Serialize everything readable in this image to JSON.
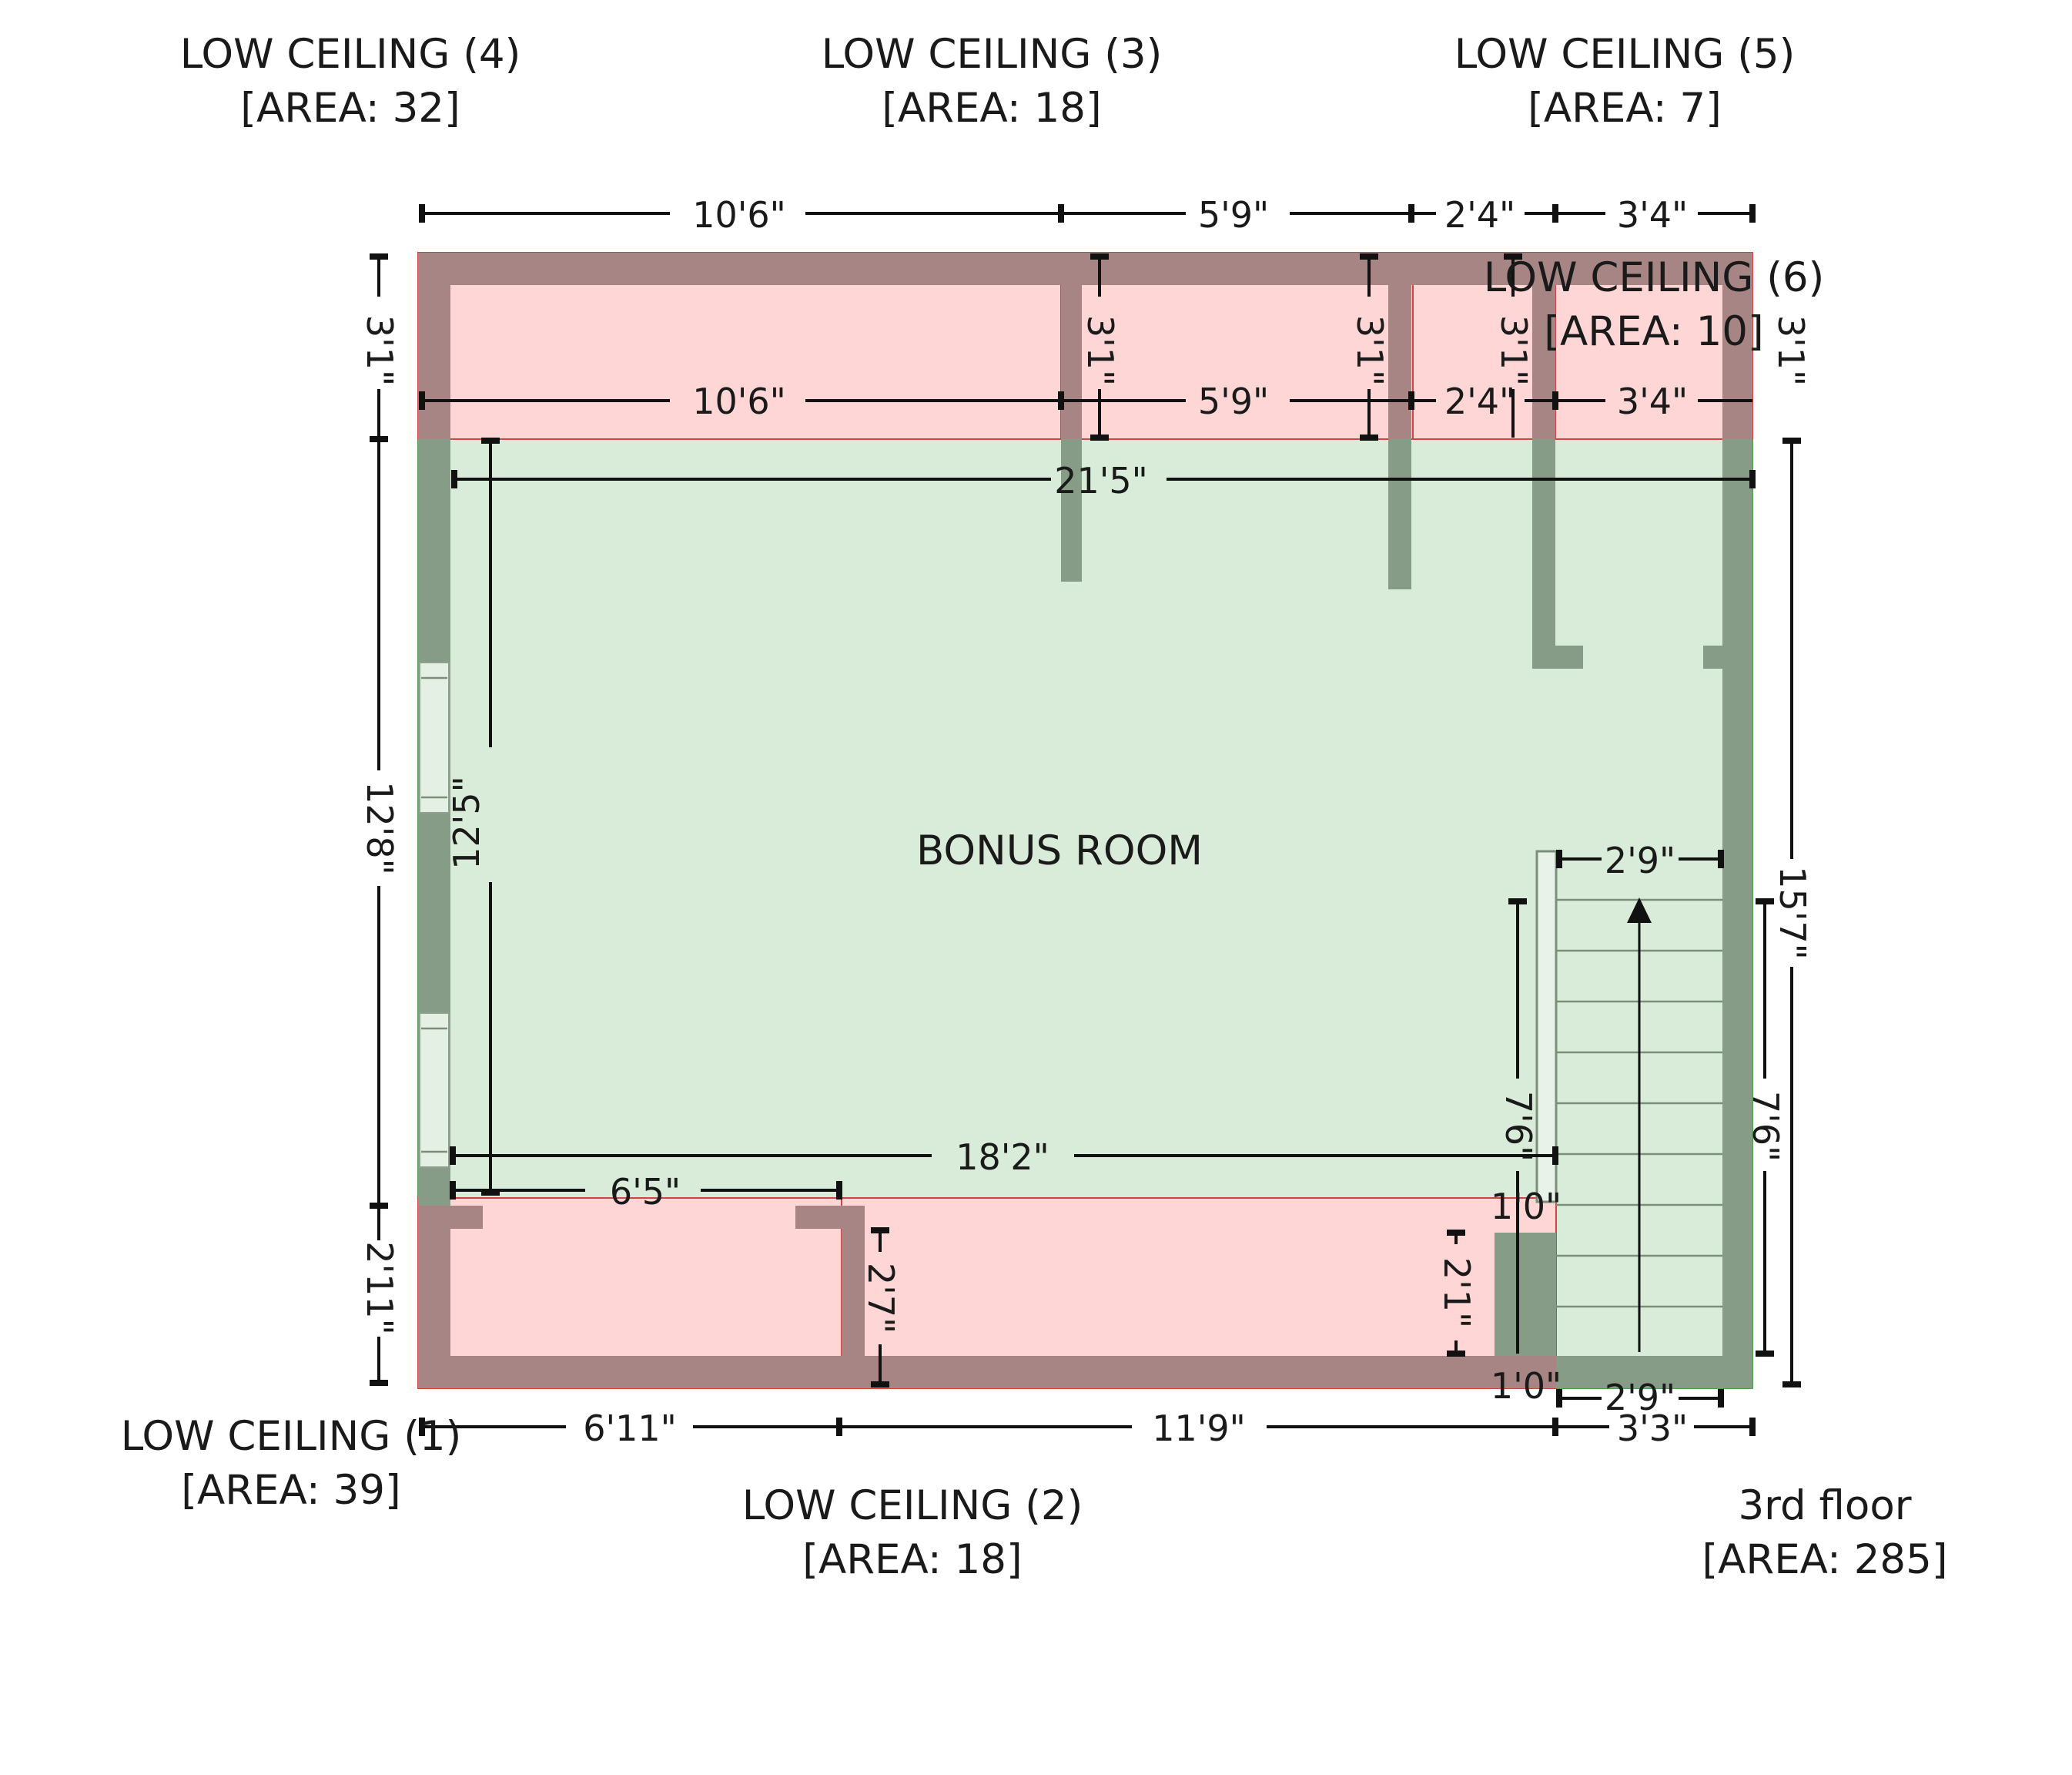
{
  "labels": {
    "lc4": [
      "LOW CEILING (4)",
      "[AREA: 32]"
    ],
    "lc3": [
      "LOW CEILING (3)",
      "[AREA: 18]"
    ],
    "lc5": [
      "LOW CEILING (5)",
      "[AREA: 7]"
    ],
    "lc6": [
      "LOW CEILING (6)",
      "[AREA: 10]"
    ],
    "lc1": [
      "LOW CEILING (1)",
      "[AREA: 39]"
    ],
    "lc2": [
      "LOW CEILING (2)",
      "[AREA: 18]"
    ],
    "floor": [
      "3rd floor",
      "[AREA: 285]"
    ],
    "room": "BONUS ROOM"
  },
  "dimensions": {
    "top_outer": [
      "10'6\"",
      "5'9\"",
      "2'4\"",
      "3'4\""
    ],
    "top_inner": [
      "10'6\"",
      "5'9\"",
      "2'4\"",
      "3'4\""
    ],
    "top_heights": [
      "3'1\"",
      "3'1\"",
      "3'1\"",
      "3'1\"",
      "3'1\""
    ],
    "room_width": "21'5\"",
    "room_inner_height": "12'5\"",
    "left_outer": [
      "3'1\"",
      "12'8\"",
      "2'11\""
    ],
    "right_outer": "15'7\"",
    "stair_width_top": "2'9\"",
    "stair_length_left": "7'6\"",
    "stair_length_right": "7'6\"",
    "landing_top": "1'0\"",
    "landing_bottom": "1'0\"",
    "stair_width_bottom": "2'9\"",
    "inner_width": "18'2\"",
    "closet_width": "6'5\"",
    "lc2_height": "2'7\"",
    "lc2_right_height": "2'1\"",
    "bottom_outer": [
      "6'11\"",
      "11'9\"",
      "3'3\""
    ]
  },
  "colors": {
    "low_ceiling_fill": "#ffd6d6",
    "room_fill": "#d9ecd9",
    "wall_red": "#a88585",
    "wall_green": "#879c87"
  }
}
